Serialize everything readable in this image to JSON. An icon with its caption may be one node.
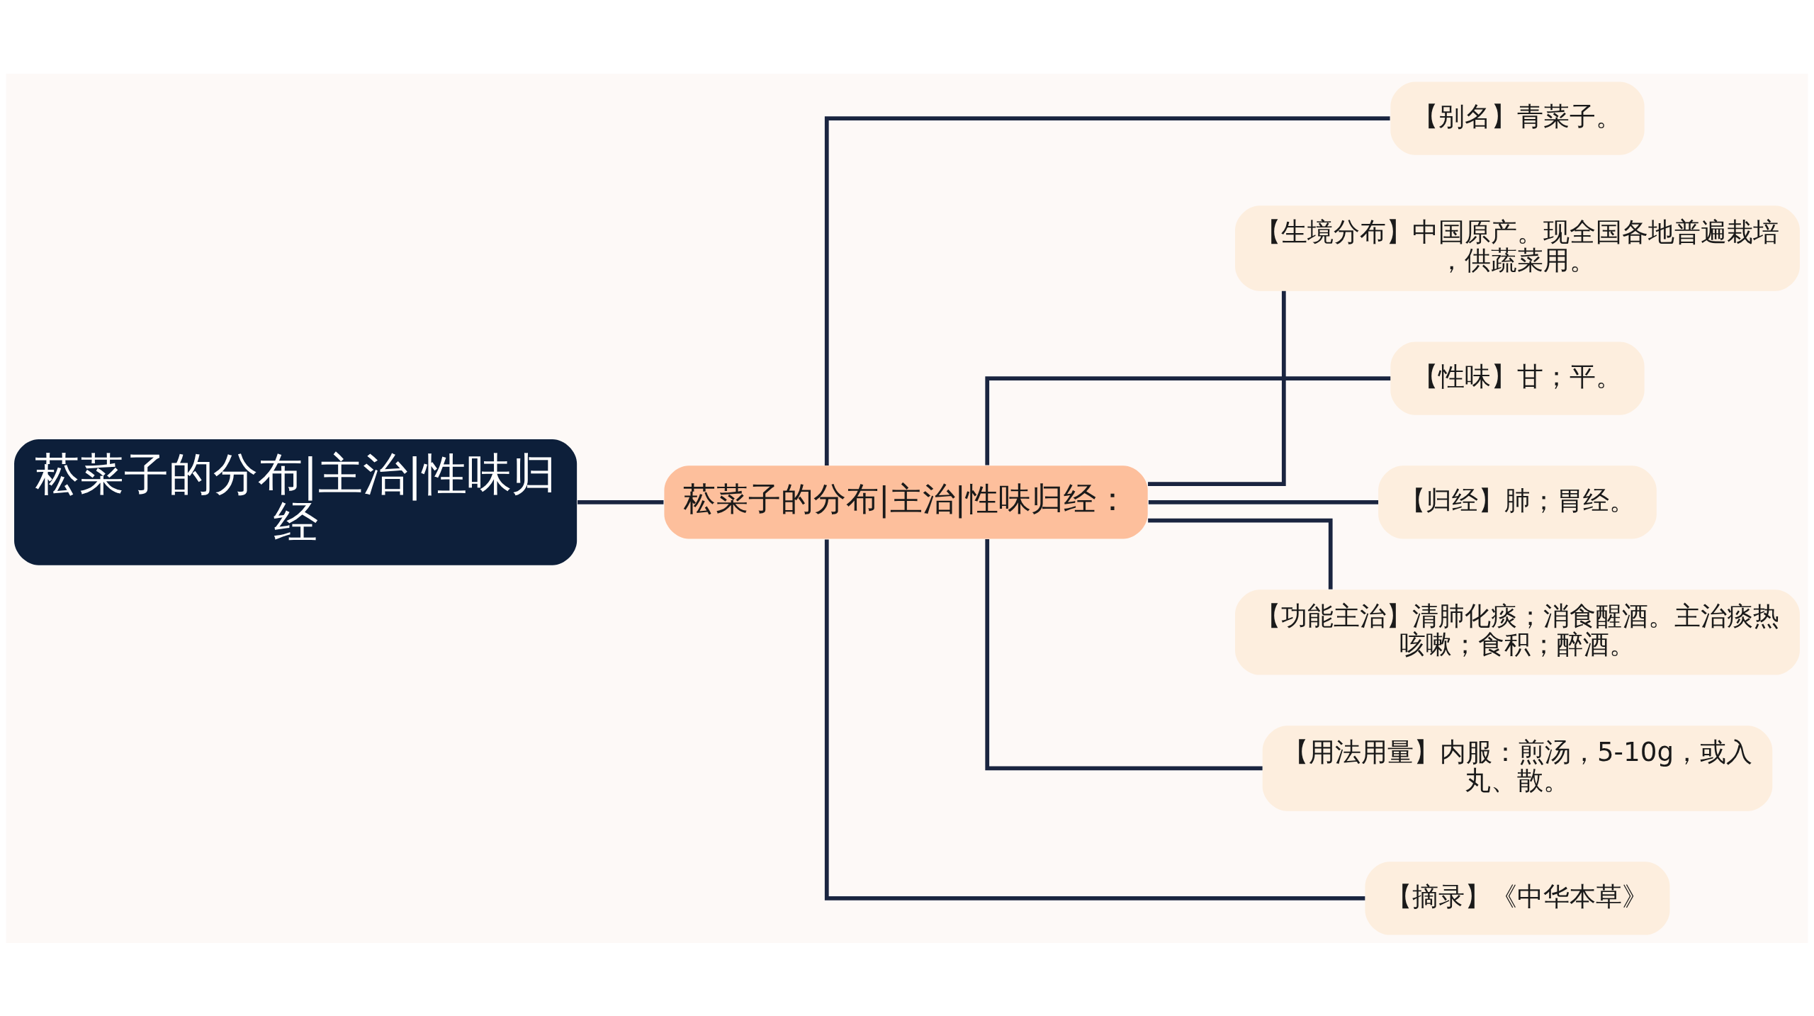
{
  "diagram": {
    "nodes": [
      {
        "text": [
          "菘菜子的分布|主治|性味归经"
        ]
      },
      {
        "text": [
          "菘菜子的分布|主治|性味归经："
        ]
      },
      {
        "text": [
          "【别名】青菜子。"
        ]
      },
      {
        "text": [
          "【生境分布】中国原产。现全国各地普遍栽培，供蔬菜用。"
        ]
      },
      {
        "text": [
          "【性味】甘；平。"
        ]
      },
      {
        "text": [
          "【归经】肺；胃经。"
        ]
      },
      {
        "text": [
          "【功能主治】清肺化痰；消食醒酒。主治痰热咳嗽；食积；醉酒。"
        ]
      },
      {
        "text": [
          "【用法用量】内服：煎汤，5-10g，或入丸、散。"
        ]
      },
      {
        "text": [
          "【摘录】《中华本草》"
        ]
      }
    ],
    "edges": [
      {
        "from": 0,
        "to": 1,
        "arrow": "none"
      },
      {
        "from": 1,
        "to": 2,
        "arrow": "none"
      },
      {
        "from": 1,
        "to": 3,
        "arrow": "none"
      },
      {
        "from": 1,
        "to": 4,
        "arrow": "none"
      },
      {
        "from": 1,
        "to": 5,
        "arrow": "none"
      },
      {
        "from": 1,
        "to": 6,
        "arrow": "none"
      },
      {
        "from": 1,
        "to": 7,
        "arrow": "none"
      },
      {
        "from": 1,
        "to": 8,
        "arrow": "none"
      }
    ]
  }
}
